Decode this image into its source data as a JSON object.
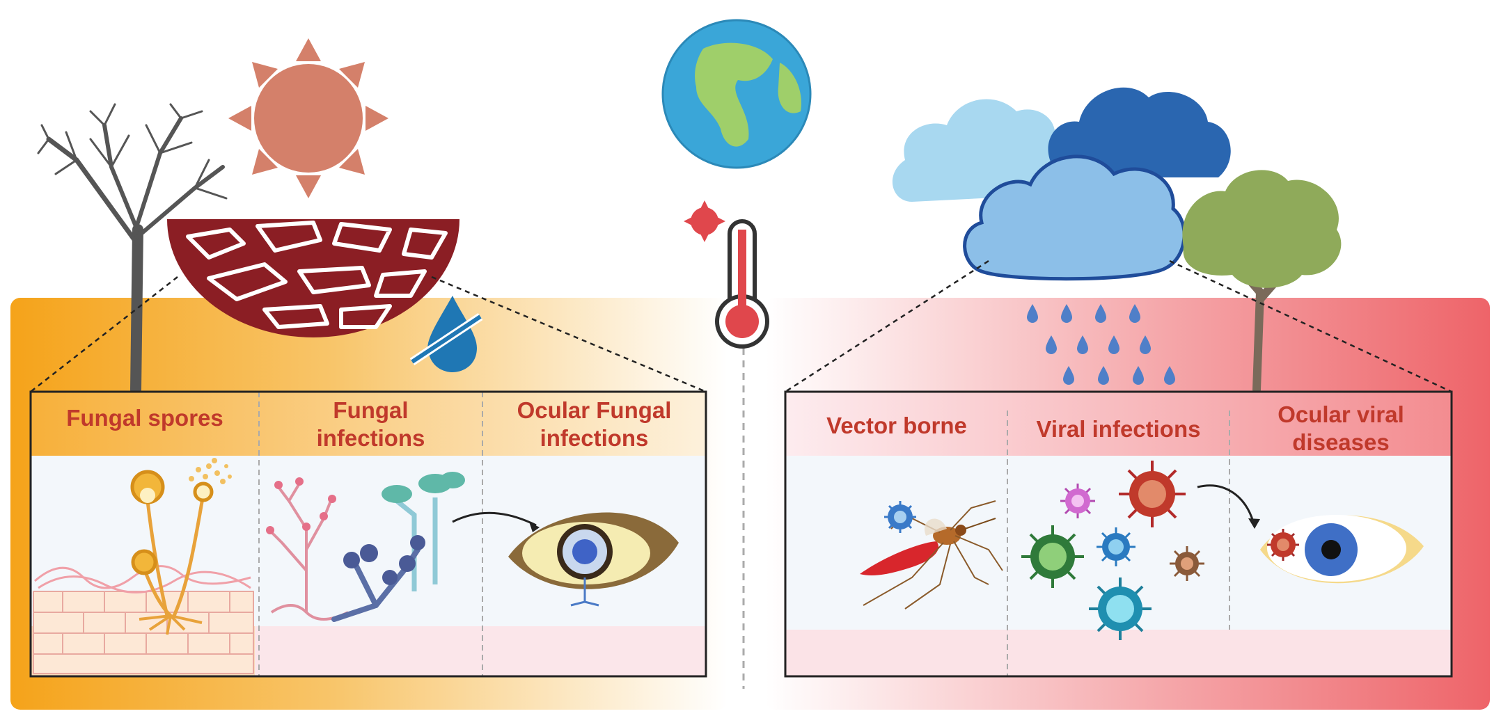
{
  "left_panel": {
    "columns": [
      {
        "label": "Fungal spores"
      },
      {
        "label": "Fungal\ninfections"
      },
      {
        "label": "Ocular Fungal\ninfections"
      }
    ]
  },
  "right_panel": {
    "columns": [
      {
        "label": "Vector borne"
      },
      {
        "label": "Viral infections"
      },
      {
        "label": "Ocular viral\ndiseases"
      }
    ]
  },
  "icons": {
    "sun": "sun-icon",
    "dry_tree": "dry-tree-icon",
    "cracked_earth": "cracked-earth-icon",
    "no_water": "no-water-icon",
    "globe": "globe-icon",
    "thermometer": "thermometer-icon",
    "clouds": "clouds-icon",
    "rain": "rain-icon",
    "green_tree": "green-tree-icon",
    "mosquito": "mosquito-icon",
    "virus": "virus-icon",
    "fungus": "fungus-icon",
    "eye": "eye-icon"
  },
  "colors": {
    "heat_gradient_start": "#f5a31a",
    "rain_gradient_end": "#ef6a6f",
    "label_red": "#c0392b",
    "soil": "#8b1e24",
    "globe_ocean": "#3aa6d8",
    "globe_land": "#9fcf6a"
  }
}
